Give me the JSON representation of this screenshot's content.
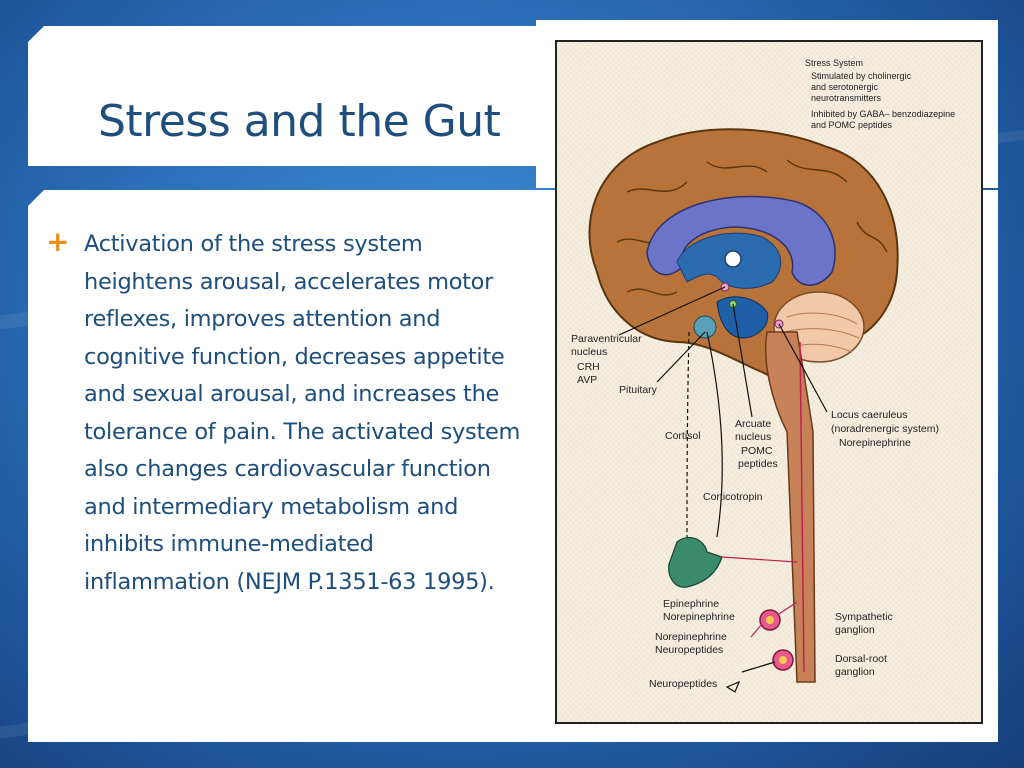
{
  "slide": {
    "title": "Stress and the Gut",
    "bullet_marker": "+",
    "body": "Activation of the stress system heightens arousal, accelerates motor reflexes, improves attention and cognitive function, decreases appetite and sexual arousal, and increases the tolerance of pain. The activated system also changes cardiovascular function and intermediary metabolism and inhibits immune-mediated inflammation (NEJM P.1351-63 1995)."
  },
  "figure": {
    "legend": {
      "heading": "Stress System",
      "line1": "Stimulated by cholinergic",
      "line2": "and serotonergic",
      "line3": "neurotransmitters",
      "line4": "Inhibited by GABA–  benzodiazepine",
      "line5": "and POMC peptides"
    },
    "labels": {
      "paraventricular": "Paraventricular",
      "nucleus": "nucleus",
      "crh": "CRH",
      "avp": "AVP",
      "pituitary": "Pituitary",
      "cortisol": "Cortisol",
      "arcuate": "Arcuate",
      "arcuate_nucleus": "nucleus",
      "pomc": "POMC",
      "peptides": "peptides",
      "locus1": "Locus caeruleus",
      "locus2": "(noradrenergic system)",
      "locus3": "Norepinephrine",
      "corticotropin": "Corticotropin",
      "epinephrine": "Epinephrine",
      "norepinephrine_adrenal": "Norepinephrine",
      "sympathetic1": "Sympathetic",
      "sympathetic2": "ganglion",
      "norepinephrine2": "Norepinephrine",
      "neuropeptides1": "Neuropeptides",
      "dorsal1": "Dorsal-root",
      "dorsal2": "ganglion",
      "neuropeptides2": "Neuropeptides"
    }
  },
  "colors": {
    "accent": "#e8901e",
    "text": "#1e4e7c",
    "background_blue": "#2a6fb8",
    "brain": "#b86a2a",
    "limbic": "#5a6fc8",
    "spinal_cord": "#c8825a"
  }
}
